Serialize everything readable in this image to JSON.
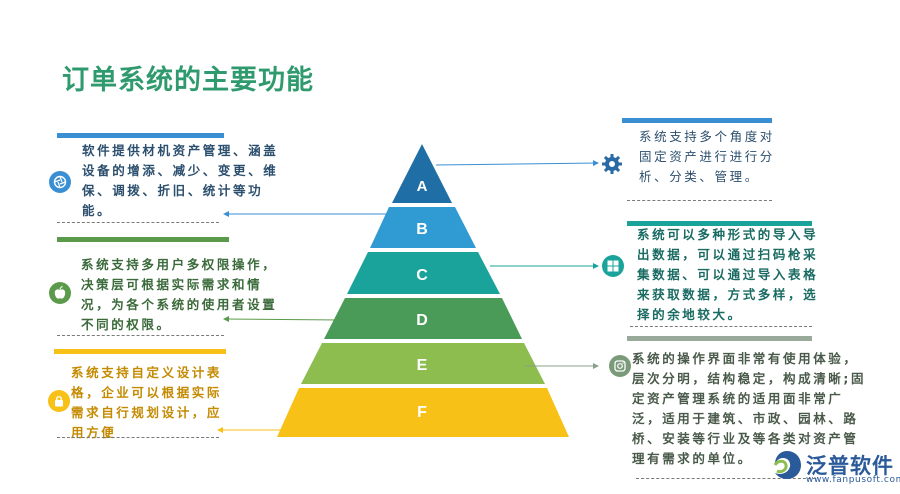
{
  "title": "订单系统的主要功能",
  "colors": {
    "title": "#2f9a6e",
    "A": "#1f6fa6",
    "B": "#2f9bd2",
    "C": "#1aa39a",
    "D": "#4a9a58",
    "E": "#8cbd4e",
    "F": "#f7c118",
    "blue_bar": "#3a8fd3",
    "teal_bar": "#1aa39a",
    "green_bar": "#5a9a4a",
    "gray_bar": "#9aaa9a",
    "yellow_bar": "#f7c118",
    "text_dark": "#3b6a3b",
    "text_blue": "#2c4f6e",
    "text_yellow": "#c48a00"
  },
  "pyramid": {
    "levels": [
      "A",
      "B",
      "C",
      "D",
      "E",
      "F"
    ]
  },
  "notes": {
    "left": [
      "软件提供材机资产管理、涵盖设备的增添、减少、变更、维保、调拨、折旧、统计等功能。",
      "系统支持多用户多权限操作，决策层可根据实际需求和情况，为各个系统的使用者设置不同的权限。",
      "系统支持自定义设计表格，企业可以根据实际需求自行规划设计，应用方便"
    ],
    "right": [
      "系统支持多个角度对固定资产进行进行分析、分类、管理。",
      "系统可以多种形式的导入导出数据，可以通过扫码枪采集数据、可以通过导入表格来获取数据，方式多样，选择的余地较大。",
      "系统的操作界面非常有使用体验，层次分明，结构稳定，构成清晰;固定资产管理系统的适用面非常广泛，适用于建筑、市政、园林、路桥、安装等行业及等各类对资产管理有需求的单位。"
    ]
  },
  "icons": {
    "left": [
      "camera-shutter-icon",
      "apple-icon",
      "lock-icon"
    ],
    "right": [
      "gear-icon",
      "windows-icon",
      "instagram-icon"
    ]
  },
  "logo": {
    "name": "泛普软件",
    "url": "www.fanpusoft.com"
  }
}
